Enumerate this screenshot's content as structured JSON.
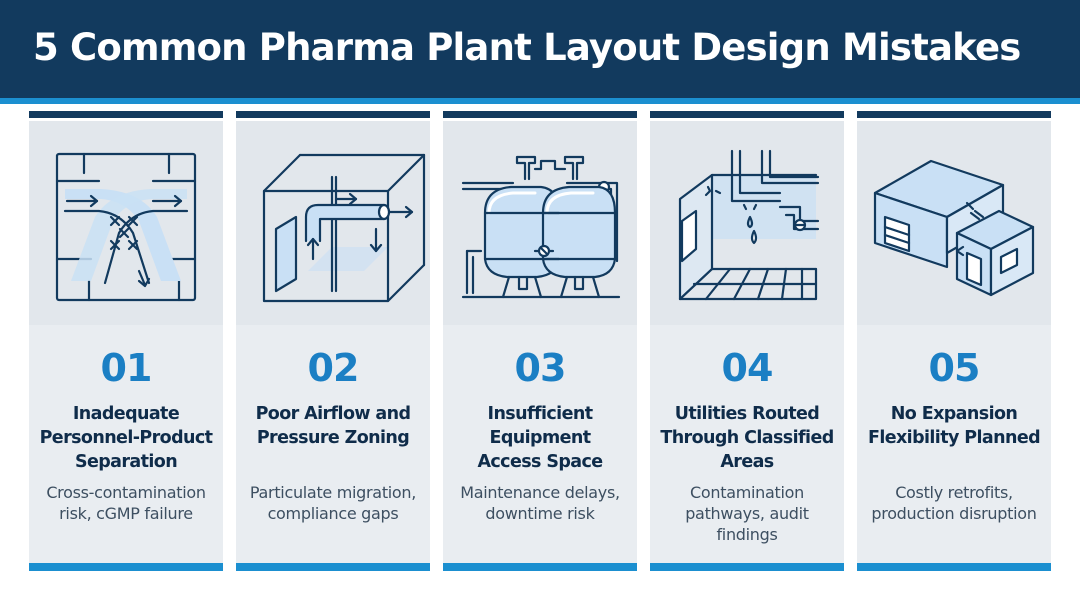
{
  "header": {
    "title": "5 Common Pharma Plant Layout Design Mistakes"
  },
  "colors": {
    "navy": "#123a5e",
    "accent_blue": "#1b8fd0",
    "number_blue": "#1b7fc4",
    "panel_gray": "#e2e7ec",
    "icon_fill": "#c9e0f5"
  },
  "cards": [
    {
      "number": "01",
      "title": [
        "Inadequate",
        "Personnel-Product",
        "Separation"
      ],
      "description": [
        "Cross-contamination",
        "risk, cGMP failure"
      ],
      "icon": "crossing-flow-paths-icon"
    },
    {
      "number": "02",
      "title": [
        "Poor Airflow and",
        "Pressure Zoning"
      ],
      "description": [
        "Particulate migration,",
        "compliance gaps"
      ],
      "icon": "airflow-duct-room-icon"
    },
    {
      "number": "03",
      "title": [
        "Insufficient",
        "Equipment",
        "Access Space"
      ],
      "description": [
        "Maintenance delays,",
        "downtime risk"
      ],
      "icon": "process-tanks-icon"
    },
    {
      "number": "04",
      "title": [
        "Utilities Routed",
        "Through Classified",
        "Areas"
      ],
      "description": [
        "Contamination",
        "pathways, audit",
        "findings"
      ],
      "icon": "leaking-pipes-room-icon"
    },
    {
      "number": "05",
      "title": [
        "No Expansion",
        "Flexibility Planned"
      ],
      "description": [
        "Costly retrofits,",
        "production disruption"
      ],
      "icon": "building-annex-icon"
    }
  ]
}
